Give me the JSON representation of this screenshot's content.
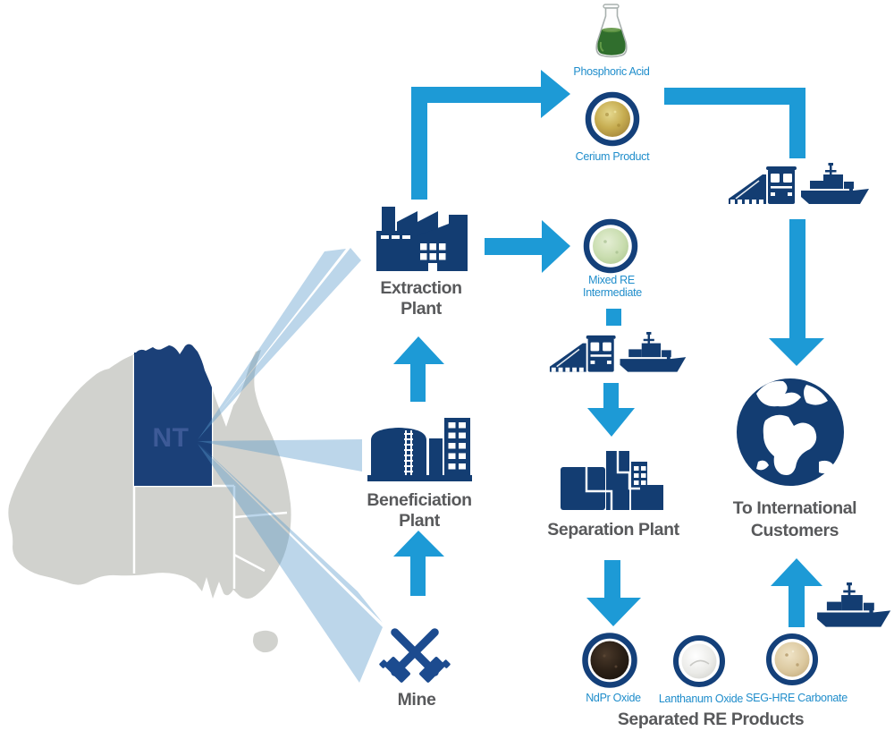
{
  "map": {
    "state_label": "NT"
  },
  "flow": {
    "mine": {
      "label": "Mine"
    },
    "beneficiation": {
      "line1": "Beneficiation",
      "line2": "Plant"
    },
    "extraction": {
      "line1": "Extraction",
      "line2": "Plant"
    },
    "separation": {
      "label": "Separation Plant"
    },
    "customers": {
      "line1": "To International",
      "line2": "Customers"
    }
  },
  "products": {
    "phosphoric_acid": {
      "label": "Phosphoric Acid"
    },
    "cerium": {
      "label": "Cerium Product"
    },
    "mixed_re": {
      "line1": "Mixed RE",
      "line2": "Intermediate"
    },
    "ndpr": {
      "label": "NdPr Oxide"
    },
    "lanthanum": {
      "label": "Lanthanum Oxide"
    },
    "seg_hre": {
      "label": "SEG-HRE Carbonate"
    },
    "separated_group": {
      "label": "Separated RE Products"
    }
  },
  "palette": {
    "icon_navy": "#133d72",
    "nt_fill": "#1b4078",
    "nt_text_blue": "#3d5a97",
    "arrow_cyan": "#1d9ad6",
    "label_blue": "#1f8dcb",
    "label_gray": "#58595b",
    "map_gray": "#d1d2ce",
    "ray_light_blue": "#b7d4e9",
    "flask_green": "#306e2d"
  }
}
